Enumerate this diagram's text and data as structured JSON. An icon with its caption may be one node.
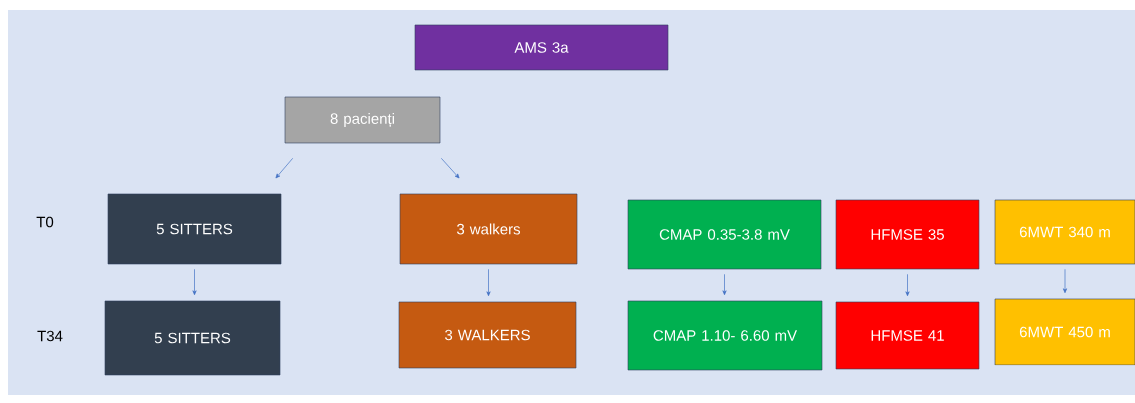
{
  "diagram": {
    "nodes": [
      {
        "text": [
          "AMS 3a"
        ]
      },
      {
        "text": [
          "8 pacienți"
        ]
      },
      {
        "text": [
          "5 SITTERS"
        ]
      },
      {
        "text": [
          "3 walkers"
        ]
      },
      {
        "text": [
          "CMAP 0.35-3.8 mV"
        ]
      },
      {
        "text": [
          "HFMSE  35"
        ]
      },
      {
        "text": [
          "6MWT 340 m"
        ]
      },
      {
        "text": [
          "5 SITTERS"
        ]
      },
      {
        "text": [
          "3 WALKERS"
        ]
      },
      {
        "text": [
          "CMAP 1.10- 6.60 mV"
        ]
      },
      {
        "text": [
          "HFMSE  41"
        ]
      },
      {
        "text": [
          "6MWT 450 m"
        ]
      }
    ],
    "edges": [
      {
        "from": 1,
        "to": 2,
        "arrow": "to"
      },
      {
        "from": 1,
        "to": 3,
        "arrow": "to"
      },
      {
        "from": 2,
        "to": 7,
        "arrow": "to"
      },
      {
        "from": 3,
        "to": 8,
        "arrow": "to"
      },
      {
        "from": 4,
        "to": 9,
        "arrow": "to"
      },
      {
        "from": 5,
        "to": 10,
        "arrow": "to"
      },
      {
        "from": 6,
        "to": 11,
        "arrow": "to"
      }
    ],
    "labels": [
      "T0",
      "T34"
    ]
  }
}
